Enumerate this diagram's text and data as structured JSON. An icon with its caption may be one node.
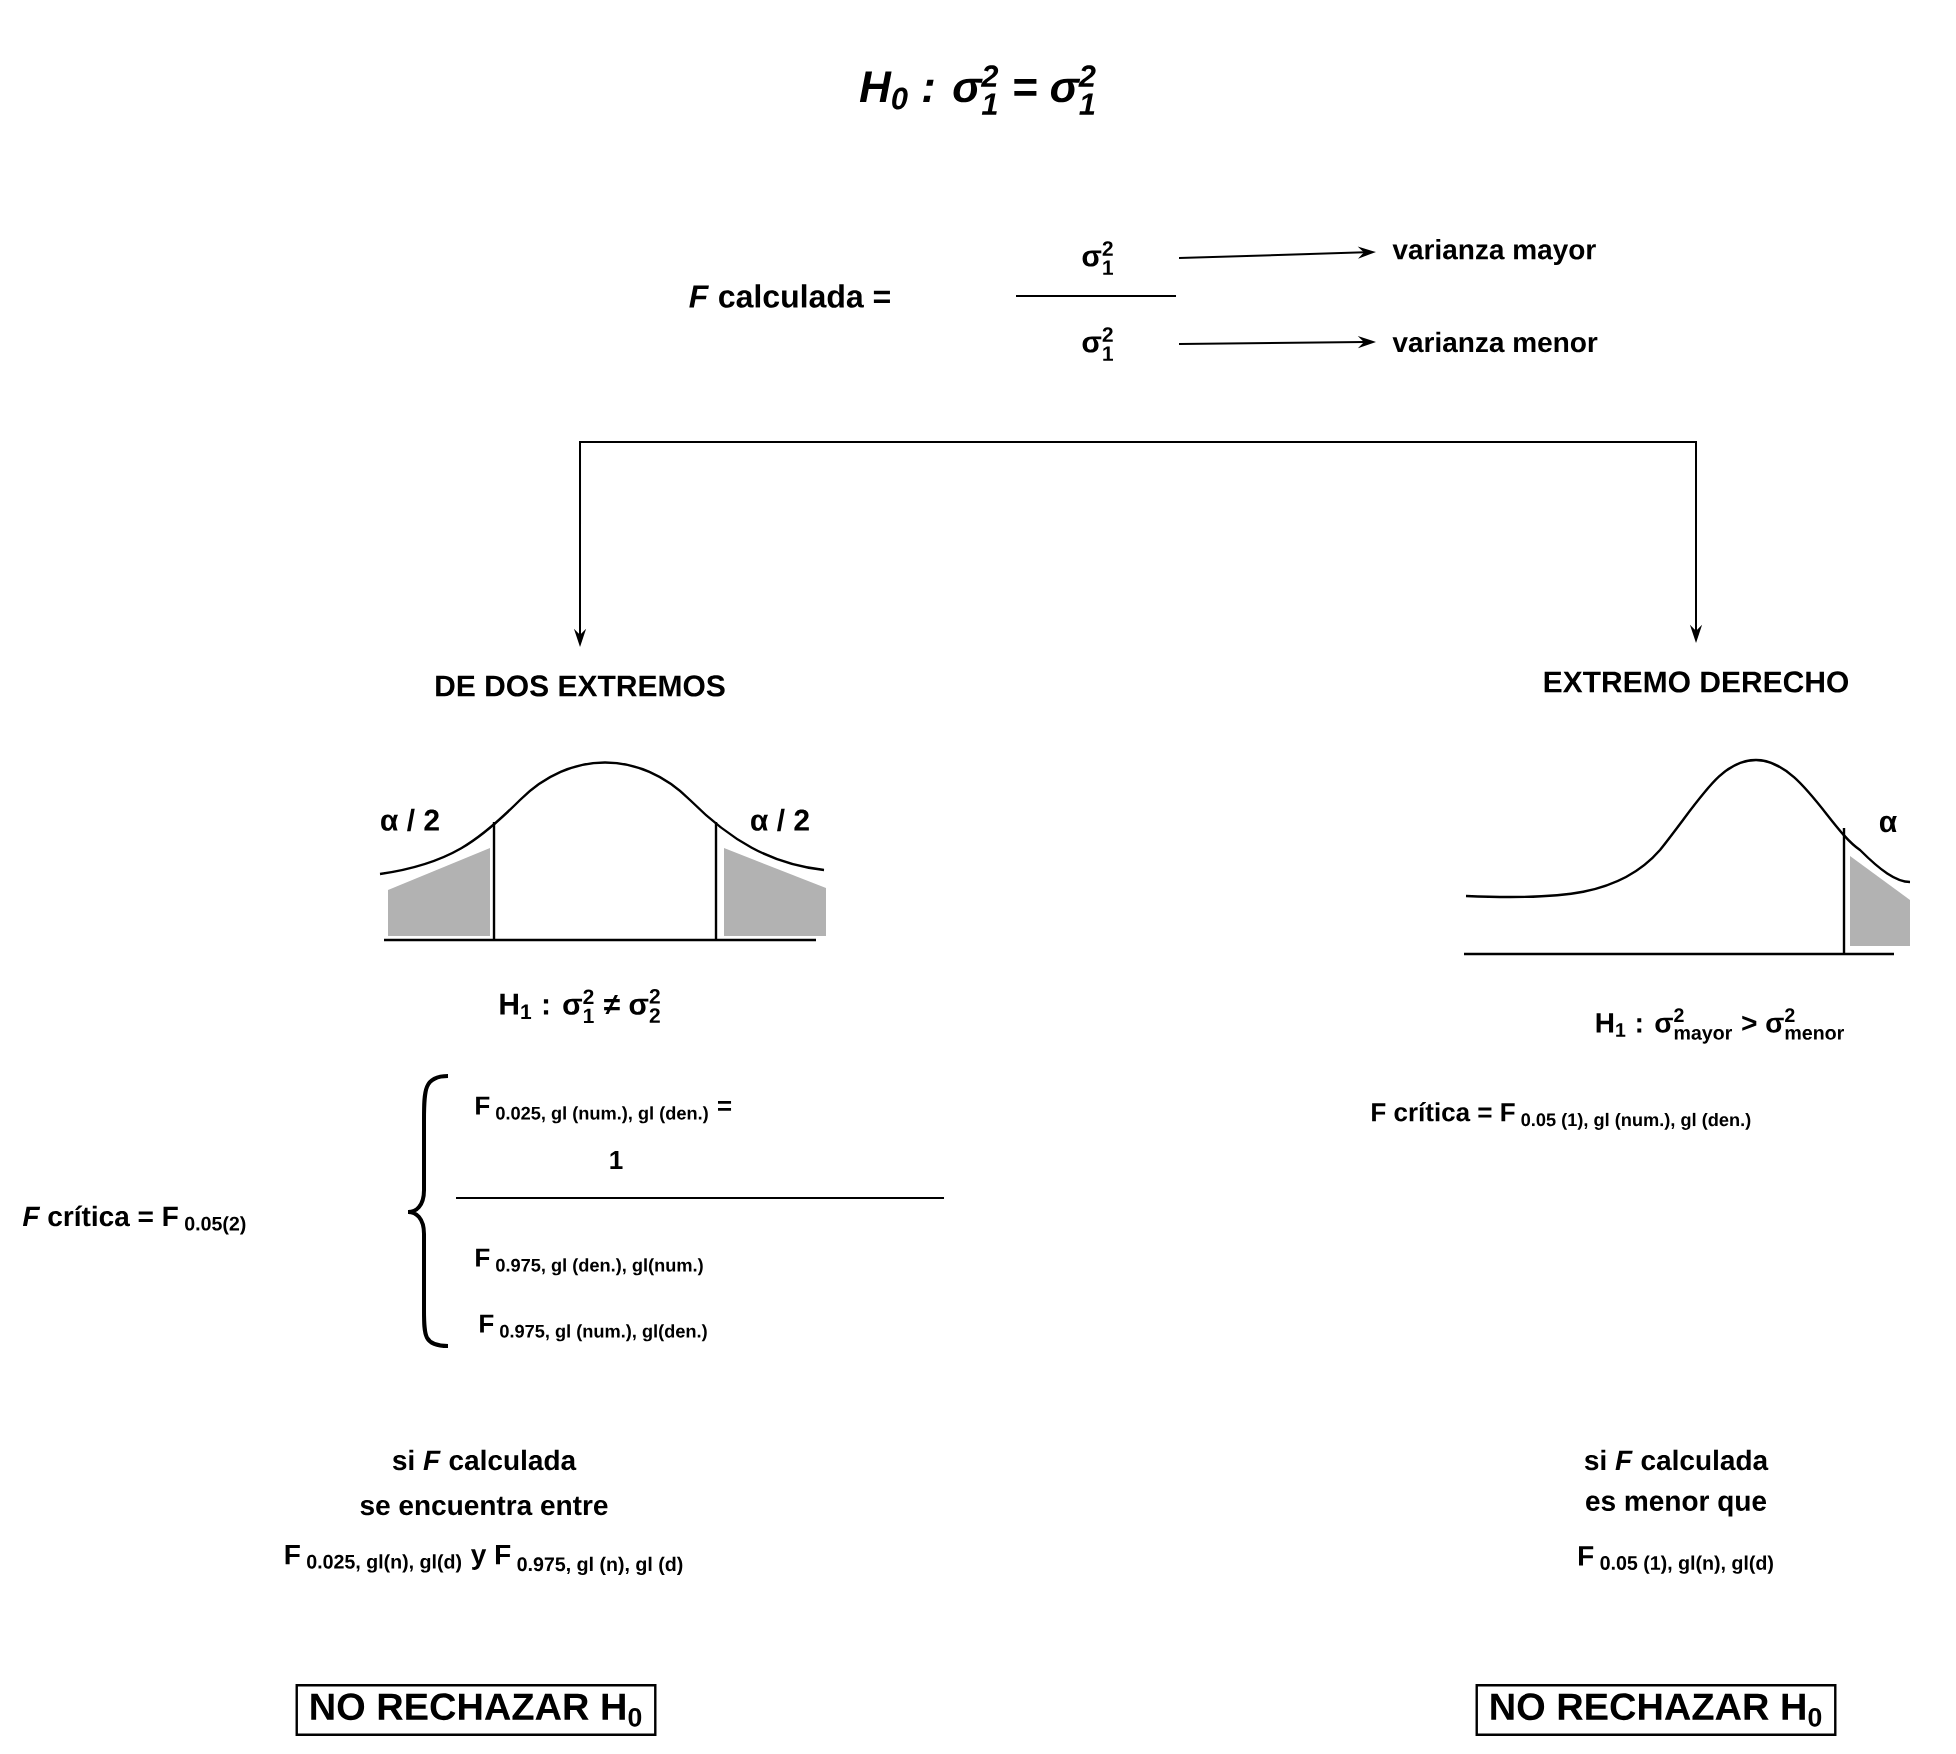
{
  "diagram": {
    "title": "\\text{H}_{\\text{0}}\\text{ :  σ}^{\\text{2}}_{\\text{1}}\\text{ = σ}^{\\text{2}}_{\\text{1}}",
    "nodes": [
      {
        "text": [
          "*F* calculada ="
        ]
      },
      {
        "text": [
          "\\text{σ}^{\\text{2}}_{\\text{1}}"
        ]
      },
      {
        "text": [
          "\\text{σ}^{\\text{2}}_{\\text{1}}"
        ]
      },
      {
        "text": [
          "varianza mayor"
        ]
      },
      {
        "text": [
          "varianza menor"
        ]
      },
      {
        "text": [
          "DE DOS EXTREMOS"
        ]
      },
      {
        "text": [
          "EXTREMO DERECHO"
        ]
      },
      {
        "text": [
          "\\text{NO RECHAZAR H}_{\\text{0}}"
        ]
      },
      {
        "text": [
          "\\text{NO RECHAZAR H}_{\\text{0}}"
        ]
      }
    ],
    "edges": [
      {
        "from": 1,
        "to": 3,
        "arrow": "to"
      },
      {
        "from": 2,
        "to": 4,
        "arrow": "to"
      },
      {
        "from": null,
        "to": 5,
        "arrow": "to"
      },
      {
        "from": null,
        "to": 6,
        "arrow": "to"
      }
    ],
    "labels": [
      "α / 2",
      "α / 2",
      "α",
      "\\text{H}_{\\text{1}}\\text{ : σ}^{\\text{2}}_{\\text{1}}\\text{ ≠ σ}^{\\text{2}}_{\\text{2}}",
      "\\text{H}_{\\text{1}}\\text{ : σ}^{\\text{2}}_{\\text{mayor}}\\text{ > σ}^{\\text{2}}_{\\text{menor}}",
      "\\textit{F}\\text{ crítica = F}_{\\text{ 0.05(2)}}",
      "\\text{F}_{\\text{ 0.025, gl (num.), gl (den.)}}\\text{ =}",
      "1",
      "\\text{F}_{\\text{ 0.975, gl (den.), gl(num.)}}",
      "\\text{F}_{\\text{ 0.975, gl (num.), gl(den.)}}",
      "\\text{F crítica = F}_{\\text{ 0.05 (1), gl (num.), gl (den.)}}",
      "si *F* calculada",
      "se encuentra entre",
      "\\text{F}_{\\text{ 0.025, gl(n), gl(d)}}\\text{ y F}_{\\text{ 0.975, gl (n), gl (d)}}",
      "si *F* calculada",
      "es menor que",
      "\\text{F}_{\\text{ 0.05 (1), gl(n), gl(d)}}"
    ]
  }
}
